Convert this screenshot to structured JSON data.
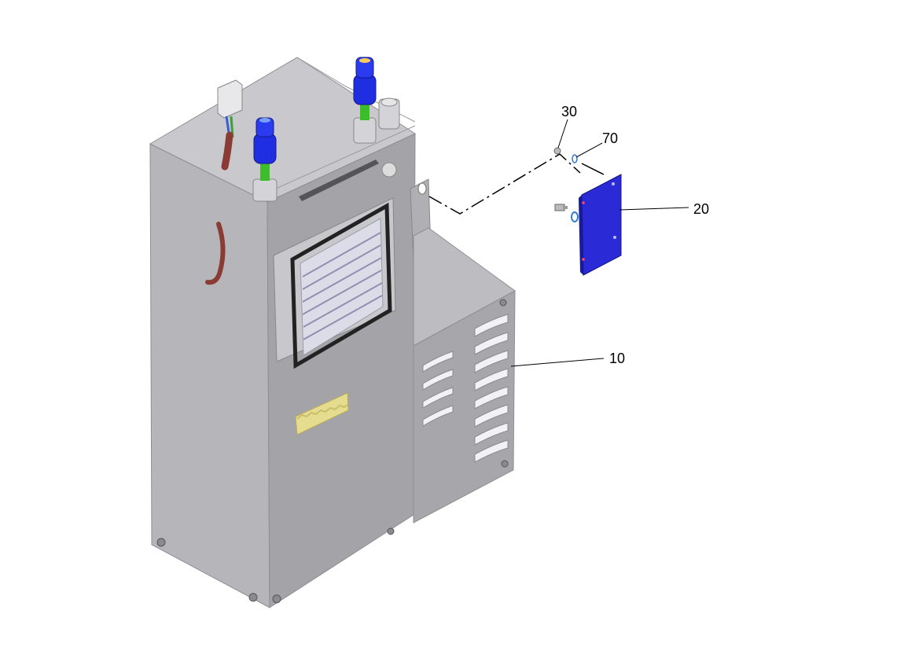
{
  "callouts": [
    {
      "id": "part-10",
      "label": "10"
    },
    {
      "id": "part-20",
      "label": "20"
    },
    {
      "id": "part-30",
      "label": "30"
    },
    {
      "id": "part-70",
      "label": "70"
    }
  ],
  "colors": {
    "housing_front": "#b4b4b8",
    "housing_side": "#9c9ca1",
    "housing_top": "#c8c8cc",
    "cover_plate": "#2a2ad6",
    "fitting_blue": "#1f2ee0",
    "tube_green": "#3cbd2a",
    "hose_red": "#8a3c34",
    "label_yellow": "#e5dc8f",
    "gasket_black": "#222222",
    "background": "#ffffff"
  }
}
